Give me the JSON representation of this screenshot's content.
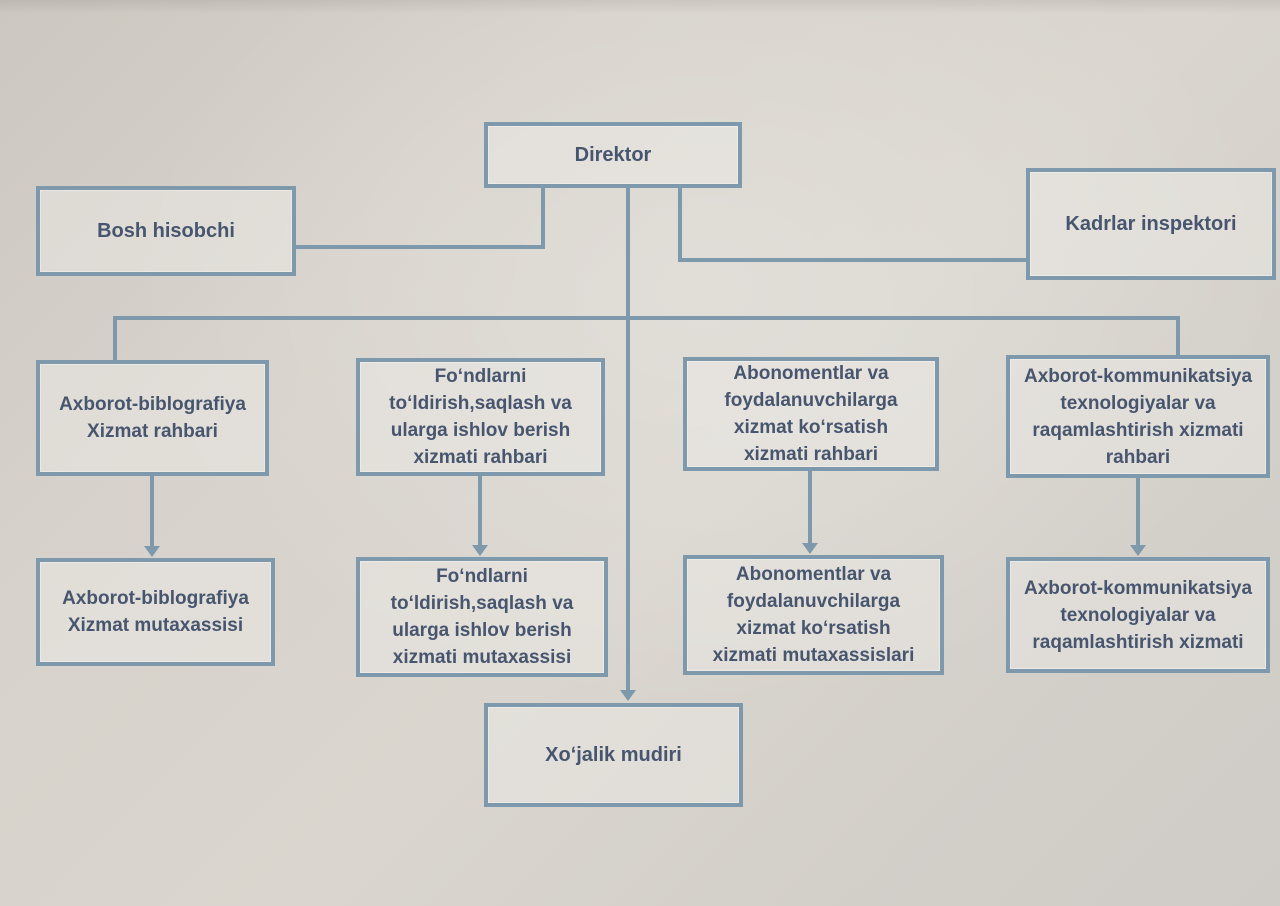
{
  "diagram_title": "Library organizational structure (photo of printed org chart)",
  "colors": {
    "line": "#7e99ab",
    "text": "#47566e",
    "paper": "#d6d1ca"
  },
  "nodes": {
    "direktor": {
      "label": "Direktor"
    },
    "bosh_hisobchi": {
      "label": "Bosh hisobchi"
    },
    "kadrlar_inspektori": {
      "label": "Kadrlar inspektori"
    },
    "axborot_biblografiya_rahbari": {
      "label": "Axborot-biblografiya\nXizmat rahbari"
    },
    "fondlarni_rahbari": {
      "label": "Foʻndlarni\ntoʻldirish,saqlash va\nularga ishlov berish\nxizmati rahbari"
    },
    "abonomentlar_rahbari": {
      "label": "Abonomentlar va\nfoydalanuvchilarga\nxizmat koʻrsatish\nxizmati rahbari"
    },
    "akt_rahbari": {
      "label": "Axborot-kommunikatsiya\ntexnologiyalar va\nraqamlashtirish xizmati\nrahbari"
    },
    "axborot_biblografiya_mutaxassisi": {
      "label": "Axborot-biblografiya\nXizmat mutaxassisi"
    },
    "fondlarni_mutaxassisi": {
      "label": "Foʻndlarni\ntoʻldirish,saqlash va\nularga ishlov berish\nxizmati mutaxassisi"
    },
    "abonomentlar_mutaxassislari": {
      "label": "Abonomentlar va\nfoydalanuvchilarga\nxizmat koʻrsatish\nxizmati mutaxassislari"
    },
    "akt_xizmati": {
      "label": "Axborot-kommunikatsiya\ntexnologiyalar va\nraqamlashtirish xizmati"
    },
    "xojalik_mudiri": {
      "label": "Xoʻjalik mudiri"
    }
  },
  "edges": [
    {
      "from": "direktor",
      "to": "bosh_hisobchi",
      "arrow": false
    },
    {
      "from": "direktor",
      "to": "kadrlar_inspektori",
      "arrow": false
    },
    {
      "from": "direktor",
      "to": "axborot_biblografiya_rahbari",
      "arrow": false
    },
    {
      "from": "direktor",
      "to": "fondlarni_rahbari",
      "arrow": false
    },
    {
      "from": "direktor",
      "to": "abonomentlar_rahbari",
      "arrow": false
    },
    {
      "from": "direktor",
      "to": "akt_rahbari",
      "arrow": false
    },
    {
      "from": "direktor",
      "to": "xojalik_mudiri",
      "arrow": true
    },
    {
      "from": "axborot_biblografiya_rahbari",
      "to": "axborot_biblografiya_mutaxassisi",
      "arrow": true
    },
    {
      "from": "fondlarni_rahbari",
      "to": "fondlarni_mutaxassisi",
      "arrow": true
    },
    {
      "from": "abonomentlar_rahbari",
      "to": "abonomentlar_mutaxassislari",
      "arrow": true
    },
    {
      "from": "akt_rahbari",
      "to": "akt_xizmati",
      "arrow": true
    }
  ]
}
